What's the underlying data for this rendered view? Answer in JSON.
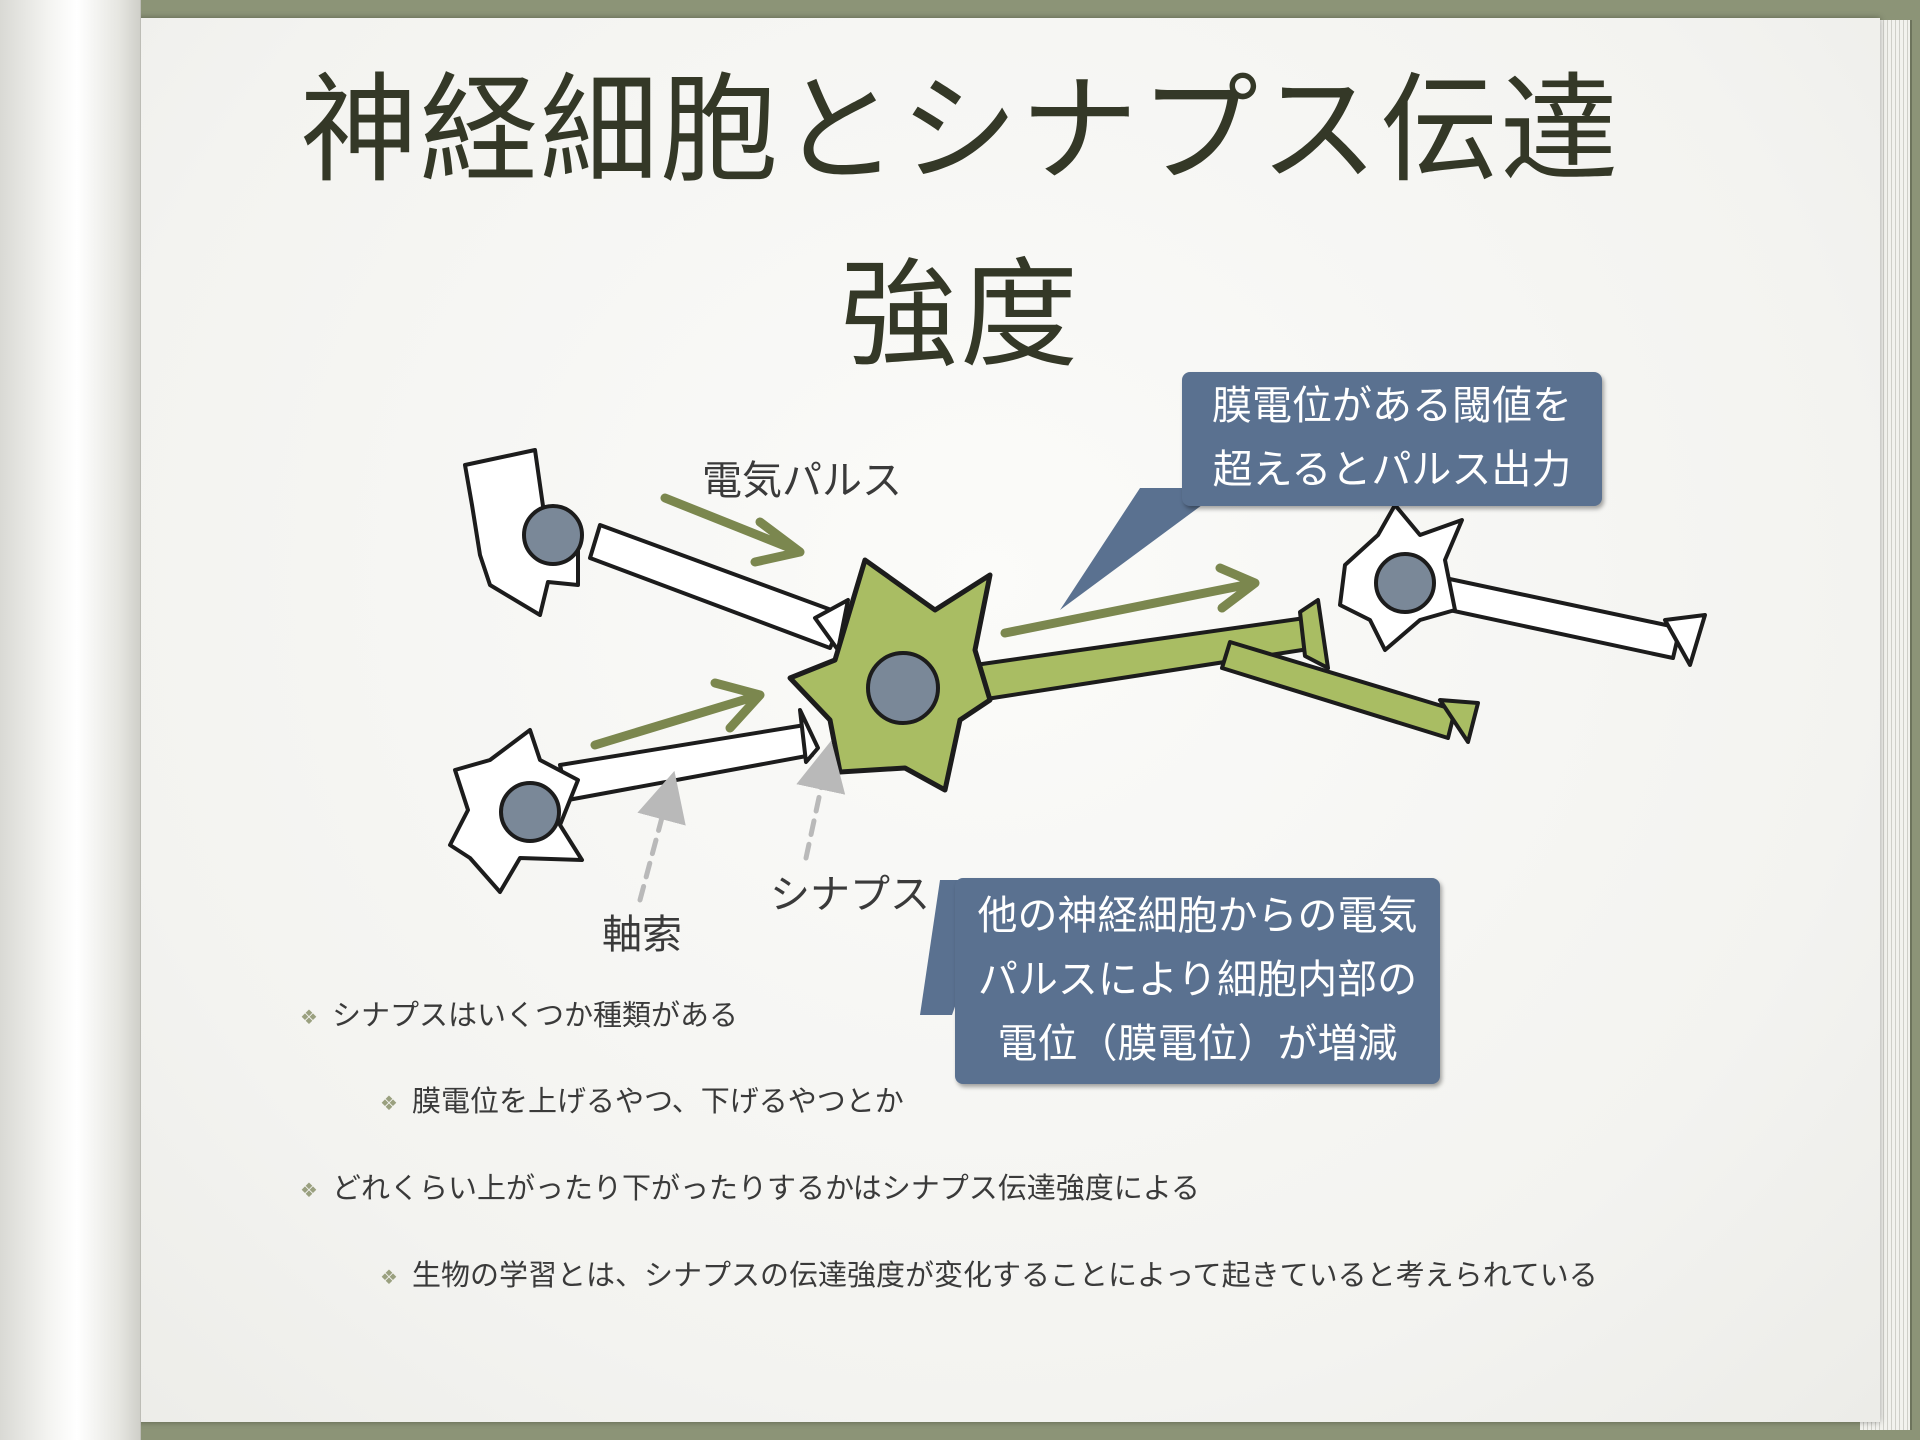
{
  "slide": {
    "title_line1": "神経細胞とシナプス伝達",
    "title_line2": "強度"
  },
  "diagram": {
    "label_pulse": "電気パルス",
    "label_synapse": "シナプス",
    "label_axon": "軸索"
  },
  "callouts": {
    "threshold_line1": "膜電位がある閾値を",
    "threshold_line2": "超えるとパルス出力",
    "membrane_line1": "他の神経細胞からの電気",
    "membrane_line2": "パルスにより細胞内部の",
    "membrane_line3": "電位（膜電位）が増減"
  },
  "bullets": [
    {
      "level": 1,
      "text": "シナプスはいくつか種類がある"
    },
    {
      "level": 2,
      "text": "膜電位を上げるやつ、下げるやつとか"
    },
    {
      "level": 1,
      "text": "どれくらい上がったり下がったりするかはシナプス伝達強度による"
    },
    {
      "level": 2,
      "text": "生物の学習とは、シナプスの伝達強度が変化することによって起きていると考えられている"
    }
  ],
  "colors": {
    "page": "#f4f4f1",
    "cover": "#8c9477",
    "neuron_fill": "#a9bd63",
    "nucleus": "#7a8898",
    "callout": "#5a7190",
    "arrow": "#6d7a3c",
    "title": "#343827"
  }
}
